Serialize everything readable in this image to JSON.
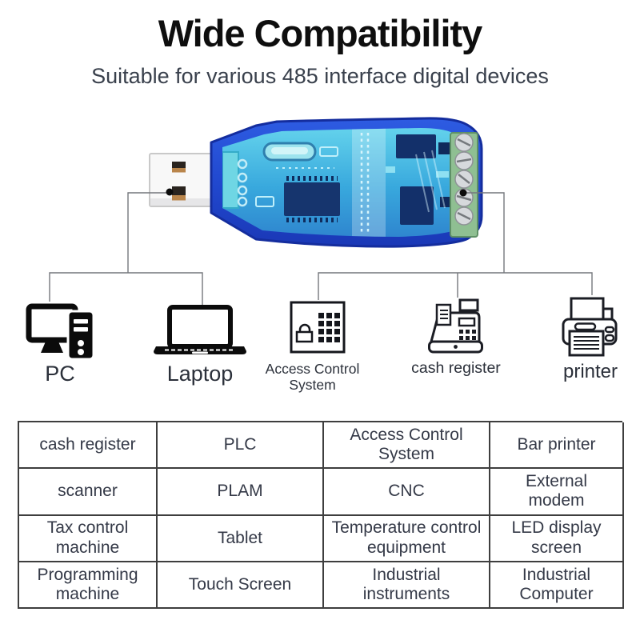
{
  "header": {
    "title": "Wide Compatibility",
    "subtitle": "Suitable for various 485 interface digital devices"
  },
  "device": {
    "name": "USB to RS485 converter adapter",
    "colors": {
      "case_blue": "#2450d2",
      "case_rim": "#142d9e",
      "pcb_cyan_light": "#5ccdea",
      "pcb_cyan_dark": "#2f86cf",
      "terminal_green": "#8fbf92",
      "usb_shell": "#f8f8f8",
      "contact_gold": "#b9854b",
      "chip_navy": "#16356e"
    }
  },
  "connections": {
    "line_color": "#74777c",
    "dot_color": "#0c0c0c"
  },
  "devices": [
    {
      "id": "pc",
      "label": "PC",
      "icon": "desktop-pc-icon"
    },
    {
      "id": "laptop",
      "label": "Laptop",
      "icon": "laptop-icon"
    },
    {
      "id": "access-control",
      "label": "Access Control System",
      "icon": "access-control-keypad-icon"
    },
    {
      "id": "cash-register",
      "label": "cash register",
      "icon": "cash-register-icon"
    },
    {
      "id": "printer",
      "label": "printer",
      "icon": "printer-icon"
    }
  ],
  "table": {
    "rows": [
      [
        "cash register",
        "PLC",
        "Access Control System",
        "Bar printer"
      ],
      [
        "scanner",
        "PLAM",
        "CNC",
        "External modem"
      ],
      [
        "Tax control machine",
        "Tablet",
        "Temperature control equipment",
        "LED display screen"
      ],
      [
        "Programming machine",
        "Touch Screen",
        "Industrial instruments",
        "Industrial Computer"
      ]
    ]
  }
}
